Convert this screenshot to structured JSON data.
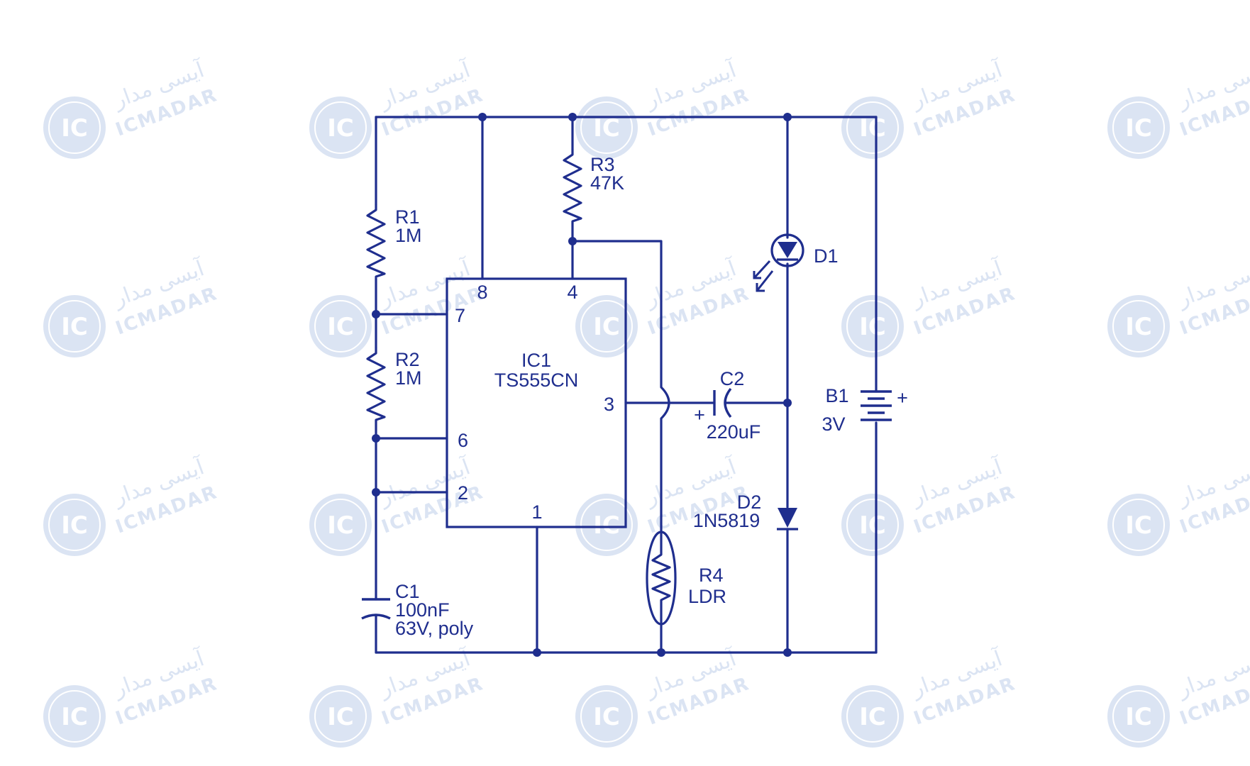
{
  "colors": {
    "wire": "#1f2e8e",
    "watermark": "#dbe4f3",
    "background": "#ffffff"
  },
  "watermark": {
    "latin": "ICMADAR",
    "persian": "آیسی مدار",
    "badge": "IC"
  },
  "components": {
    "r1": {
      "ref": "R1",
      "value": "1M"
    },
    "r2": {
      "ref": "R2",
      "value": "1M"
    },
    "r3": {
      "ref": "R3",
      "value": "47K"
    },
    "r4": {
      "ref": "R4",
      "value": "LDR"
    },
    "c1": {
      "ref": "C1",
      "value": "100nF",
      "value2": "63V, poly"
    },
    "c2": {
      "ref": "C2",
      "value": "220uF",
      "polarity": "+"
    },
    "d1": {
      "ref": "D1"
    },
    "d2": {
      "ref": "D2",
      "value": "1N5819"
    },
    "b1": {
      "ref": "B1",
      "value": "3V",
      "polarity": "+"
    },
    "ic1": {
      "ref": "IC1",
      "value": "TS555CN"
    }
  },
  "pins": {
    "p8": "8",
    "p4": "4",
    "p7": "7",
    "p6": "6",
    "p2": "2",
    "p3": "3",
    "p1": "1"
  }
}
